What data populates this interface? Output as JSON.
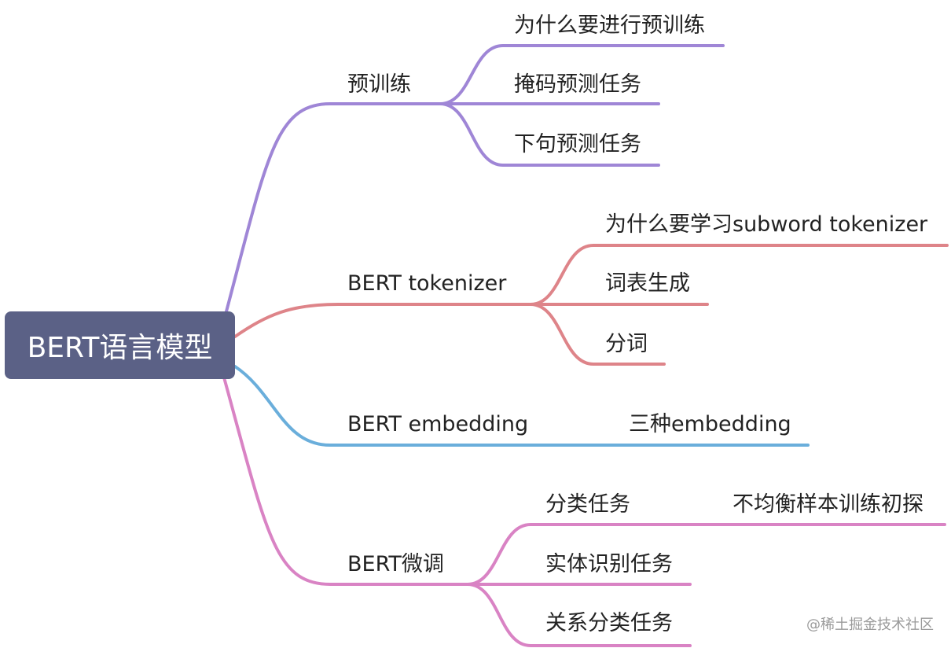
{
  "colors": {
    "root_bg": "#5b6186",
    "branch_pretraining": "#9f86d6",
    "branch_tokenizer": "#de8489",
    "branch_embedding": "#6aaedb",
    "branch_finetune": "#d983c4"
  },
  "root": {
    "label": "BERT语言模型"
  },
  "branches": {
    "pretraining": {
      "label": "预训练",
      "children": [
        "为什么要进行预训练",
        "掩码预测任务",
        "下句预测任务"
      ]
    },
    "tokenizer": {
      "label": "BERT tokenizer",
      "children": [
        "为什么要学习subword tokenizer",
        "词表生成",
        "分词"
      ]
    },
    "embedding": {
      "label": "BERT embedding",
      "children": [
        "三种embedding"
      ]
    },
    "finetune": {
      "label": "BERT微调",
      "children": [
        "分类任务",
        "实体识别任务",
        "关系分类任务"
      ],
      "grandchild": "不均衡样本训练初探"
    }
  },
  "watermark": "@稀土掘金技术社区"
}
